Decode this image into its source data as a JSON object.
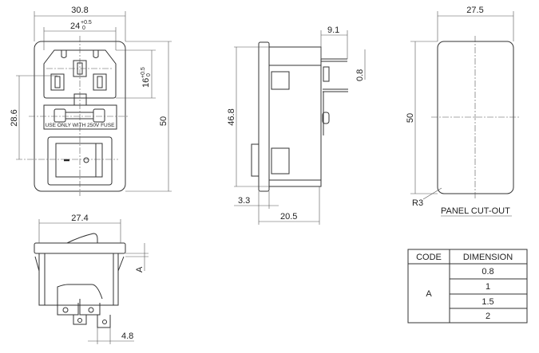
{
  "front_view": {
    "width_overall": "30.8",
    "inlet_width": "24",
    "inlet_width_tol_upper": "+0.5",
    "inlet_width_tol_lower": "0",
    "inlet_height": "16",
    "inlet_height_tol_upper": "+0.5",
    "inlet_height_tol_lower": "0",
    "center_distance": "28.6",
    "height_overall": "50",
    "fuse_label": "USE ONLY WITH 250V FUSE"
  },
  "side_view": {
    "terminal_length": "9.1",
    "terminal_thickness": "0.8",
    "height": "46.8",
    "flange_thickness": "3.3",
    "depth": "20.5"
  },
  "panel_cutout": {
    "width": "27.5",
    "height": "50",
    "radius": "R3",
    "title": "PANEL CUT-OUT"
  },
  "bottom_view": {
    "width": "27.4",
    "dimension_code": "A",
    "terminal_pitch": "4.8"
  },
  "table": {
    "headers": [
      "CODE",
      "DIMENSION"
    ],
    "code": "A",
    "values": [
      "0.8",
      "1",
      "1.5",
      "2"
    ]
  }
}
